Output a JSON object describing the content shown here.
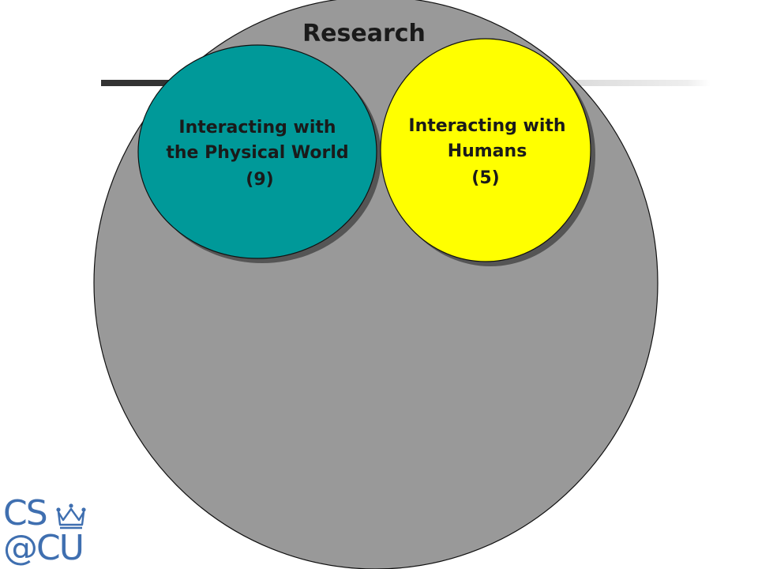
{
  "diagram": {
    "title": "Research",
    "colors": {
      "outer_fill": "#999999",
      "physical_fill": "#009999",
      "humans_fill": "#ffff00",
      "outline": "#111111",
      "title_text": "#3a3a3a",
      "logo_blue": "#3f6fb0"
    },
    "circles": [
      {
        "id": "physical",
        "lines": [
          "Interacting with",
          "the Physical World",
          "(9)"
        ]
      },
      {
        "id": "humans",
        "lines": [
          "Interacting with",
          "Humans",
          "(5)"
        ]
      }
    ]
  },
  "logo": {
    "line1": "CS",
    "line2": "@CU",
    "icon": "crown-icon"
  }
}
